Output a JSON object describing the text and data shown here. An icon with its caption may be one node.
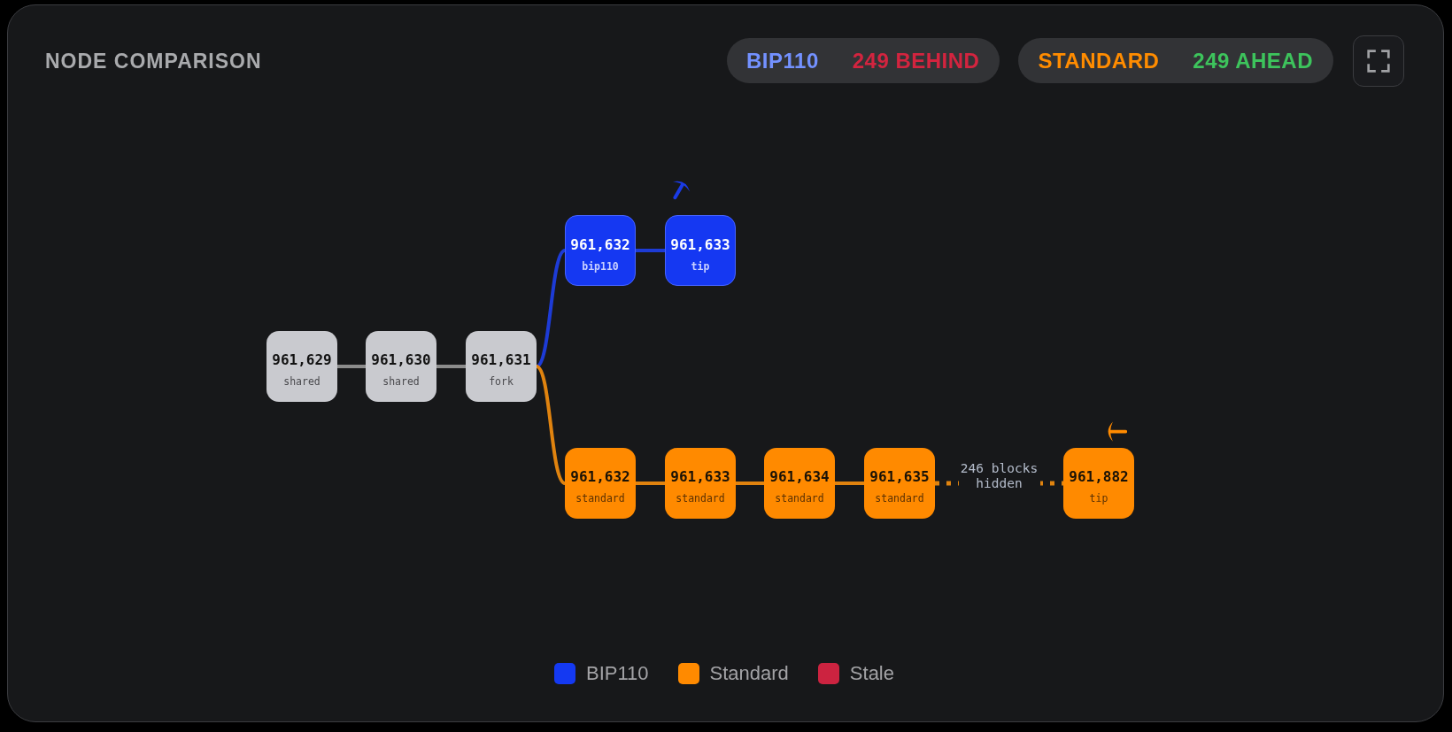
{
  "diagram": {
    "title": "NODE COMPARISON",
    "nodes": [
      {
        "text": [
          "BIP110",
          "249 BEHIND"
        ]
      },
      {
        "text": [
          "STANDARD",
          "249 AHEAD"
        ]
      },
      {
        "text": [
          "961,629",
          "shared"
        ]
      },
      {
        "text": [
          "961,630",
          "shared"
        ]
      },
      {
        "text": [
          "961,631",
          "fork"
        ]
      },
      {
        "text": [
          "961,632",
          "bip110"
        ]
      },
      {
        "text": [
          "961,633",
          "tip"
        ]
      },
      {
        "text": [
          "961,632",
          "standard"
        ]
      },
      {
        "text": [
          "961,633",
          "standard"
        ]
      },
      {
        "text": [
          "961,634",
          "standard"
        ]
      },
      {
        "text": [
          "961,635",
          "standard"
        ]
      },
      {
        "text": [
          "961,882",
          "tip"
        ]
      }
    ],
    "edges": [
      {
        "from": 2,
        "to": 3,
        "arrow": "none",
        "color": "#8c8c8c"
      },
      {
        "from": 3,
        "to": 4,
        "arrow": "none",
        "color": "#8c8c8c"
      },
      {
        "from": 4,
        "to": 5,
        "arrow": "none",
        "color": "#1d3bd6"
      },
      {
        "from": 5,
        "to": 6,
        "arrow": "none",
        "color": "#1d3bd6"
      },
      {
        "from": 4,
        "to": 7,
        "arrow": "none"
      },
      {
        "from": 7,
        "to": 8,
        "arrow": "none"
      },
      {
        "from": 8,
        "to": 9,
        "arrow": "none"
      },
      {
        "from": 9,
        "to": 10,
        "arrow": "none"
      },
      {
        "from": 10,
        "to": 11,
        "arrow": "none",
        "style": "dashed",
        "label": "246 blocks hidden"
      }
    ],
    "legend": [
      {
        "text": "BIP110",
        "color": "#1439f2"
      },
      {
        "text": "Standard",
        "color": "#ff8a00"
      },
      {
        "text": "Stale",
        "color": "#cc2340"
      }
    ]
  }
}
